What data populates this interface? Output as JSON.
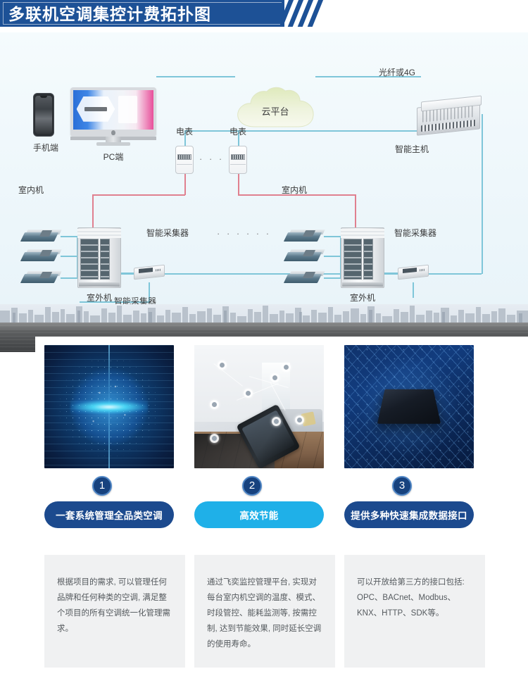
{
  "header": {
    "title": "多联机空调集控计费拓扑图"
  },
  "topology": {
    "nodes": {
      "mobile_label": "手机端",
      "pc_label": "PC端",
      "cloud_label": "云平台",
      "link_label": "光纤或4G",
      "host_label": "智能主机",
      "meter_label_1": "电表",
      "meter_label_2": "电表",
      "meter_dots": "· · ·",
      "indoor_label_left": "室内机",
      "outdoor_label_left": "室外机",
      "collector_label_left_top": "智能采集器",
      "collector_label_left_bottom": "智能采集器",
      "group_dots": "· · · · · ·",
      "indoor_label_right": "室内机",
      "outdoor_label_right": "室外机",
      "collector_label_right": "智能采集器"
    }
  },
  "features": [
    {
      "number": "1",
      "pill_label": "一套系统管理全品类空调",
      "pill_color": "#1c4a8e",
      "description": "根据项目的需求, 可以管理任何品牌和任何种类的空调, 满足整个项目的所有空调统一化管理需求。",
      "image_name": "digital-sphere-network-image"
    },
    {
      "number": "2",
      "pill_label": "高效节能",
      "pill_color": "#1fb0e8",
      "description": "通过飞奕监控管理平台, 实现对每台室内机空调的温度、模式、时段管控、能耗监测等, 按需控制, 达到节能效果, 同时延长空调的使用寿命。",
      "image_name": "smart-home-living-room-image"
    },
    {
      "number": "3",
      "pill_label": "提供多种快速集成数据接口",
      "pill_color": "#1c4a8e",
      "description": "可以开放给第三方的接口包括: OPC、BACnet、Modbus、KNX、HTTP、SDK等。",
      "image_name": "circuit-board-chip-image"
    }
  ],
  "colors": {
    "header_blue": "#1d5196",
    "accent_cyan": "#1fb0e8",
    "line_cyan": "#7fc6d9",
    "line_red": "#e0808f",
    "panel_bg": "#eef7fb",
    "desc_bg": "#f0f1f2"
  }
}
